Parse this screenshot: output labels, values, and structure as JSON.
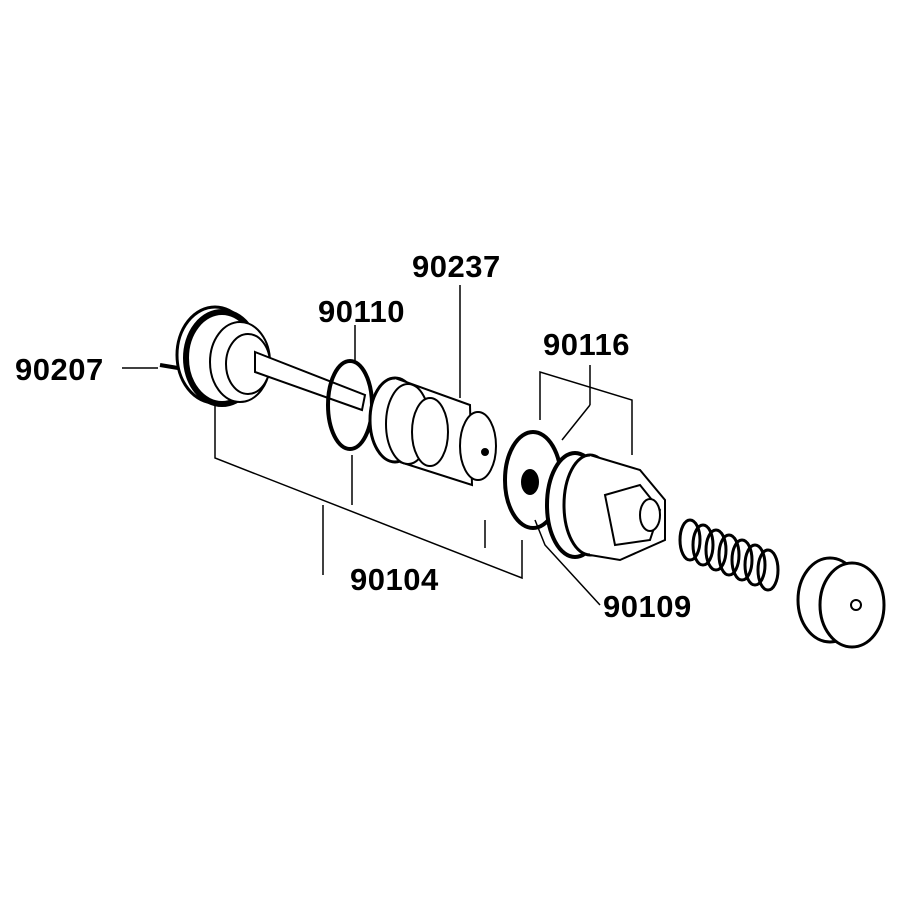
{
  "diagram": {
    "type": "exploded-parts-view",
    "part_labels": {
      "p90207": "90207",
      "p90110": "90110",
      "p90237": "90237",
      "p90116": "90116",
      "p90104": "90104",
      "p90109": "90109"
    },
    "colors": {
      "ink": "#000000",
      "background": "#ffffff"
    }
  }
}
